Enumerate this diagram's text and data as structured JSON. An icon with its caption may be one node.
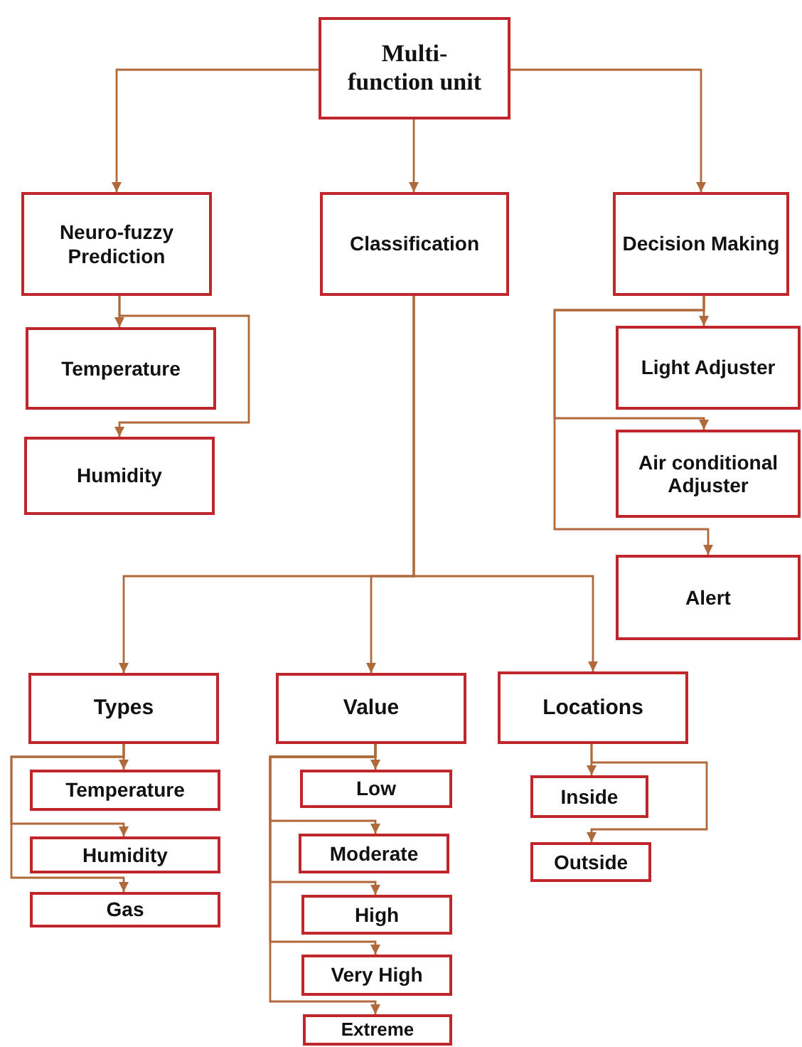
{
  "diagram": {
    "nodes": [
      {
        "text": [
          "Multi- function unit"
        ]
      },
      {
        "text": [
          "Neuro-fuzzy Prediction"
        ]
      },
      {
        "text": [
          "Classification"
        ]
      },
      {
        "text": [
          "Decision Making"
        ]
      },
      {
        "text": [
          "Temperature"
        ]
      },
      {
        "text": [
          "Humidity"
        ]
      },
      {
        "text": [
          "Light Adjuster"
        ]
      },
      {
        "text": [
          "Air conditional Adjuster"
        ]
      },
      {
        "text": [
          "Alert"
        ]
      },
      {
        "text": [
          "Types"
        ]
      },
      {
        "text": [
          "Value"
        ]
      },
      {
        "text": [
          "Locations"
        ]
      },
      {
        "text": [
          "Temperature"
        ]
      },
      {
        "text": [
          "Humidity"
        ]
      },
      {
        "text": [
          "Gas"
        ]
      },
      {
        "text": [
          "Low"
        ]
      },
      {
        "text": [
          "Moderate"
        ]
      },
      {
        "text": [
          "High"
        ]
      },
      {
        "text": [
          "Very High"
        ]
      },
      {
        "text": [
          "Extreme"
        ]
      },
      {
        "text": [
          "Inside"
        ]
      },
      {
        "text": [
          "Outside"
        ]
      }
    ],
    "edges": [
      {
        "from": 0,
        "to": 1,
        "arrow": "to"
      },
      {
        "from": 0,
        "to": 2,
        "arrow": "to"
      },
      {
        "from": 0,
        "to": 3,
        "arrow": "to"
      },
      {
        "from": 1,
        "to": 4,
        "arrow": "to"
      },
      {
        "from": 1,
        "to": 5,
        "arrow": "to"
      },
      {
        "from": 3,
        "to": 6,
        "arrow": "to"
      },
      {
        "from": 3,
        "to": 7,
        "arrow": "to"
      },
      {
        "from": 3,
        "to": 8,
        "arrow": "to"
      },
      {
        "from": 2,
        "to": 9,
        "arrow": "to"
      },
      {
        "from": 2,
        "to": 10,
        "arrow": "to"
      },
      {
        "from": 2,
        "to": 11,
        "arrow": "to"
      },
      {
        "from": 9,
        "to": 12,
        "arrow": "to"
      },
      {
        "from": 9,
        "to": 13,
        "arrow": "to"
      },
      {
        "from": 9,
        "to": 14,
        "arrow": "to"
      },
      {
        "from": 10,
        "to": 15,
        "arrow": "to"
      },
      {
        "from": 10,
        "to": 16,
        "arrow": "to"
      },
      {
        "from": 10,
        "to": 17,
        "arrow": "to"
      },
      {
        "from": 10,
        "to": 18,
        "arrow": "to"
      },
      {
        "from": 10,
        "to": 19,
        "arrow": "to"
      },
      {
        "from": 11,
        "to": 20,
        "arrow": "to"
      },
      {
        "from": 11,
        "to": 21,
        "arrow": "to"
      }
    ]
  }
}
